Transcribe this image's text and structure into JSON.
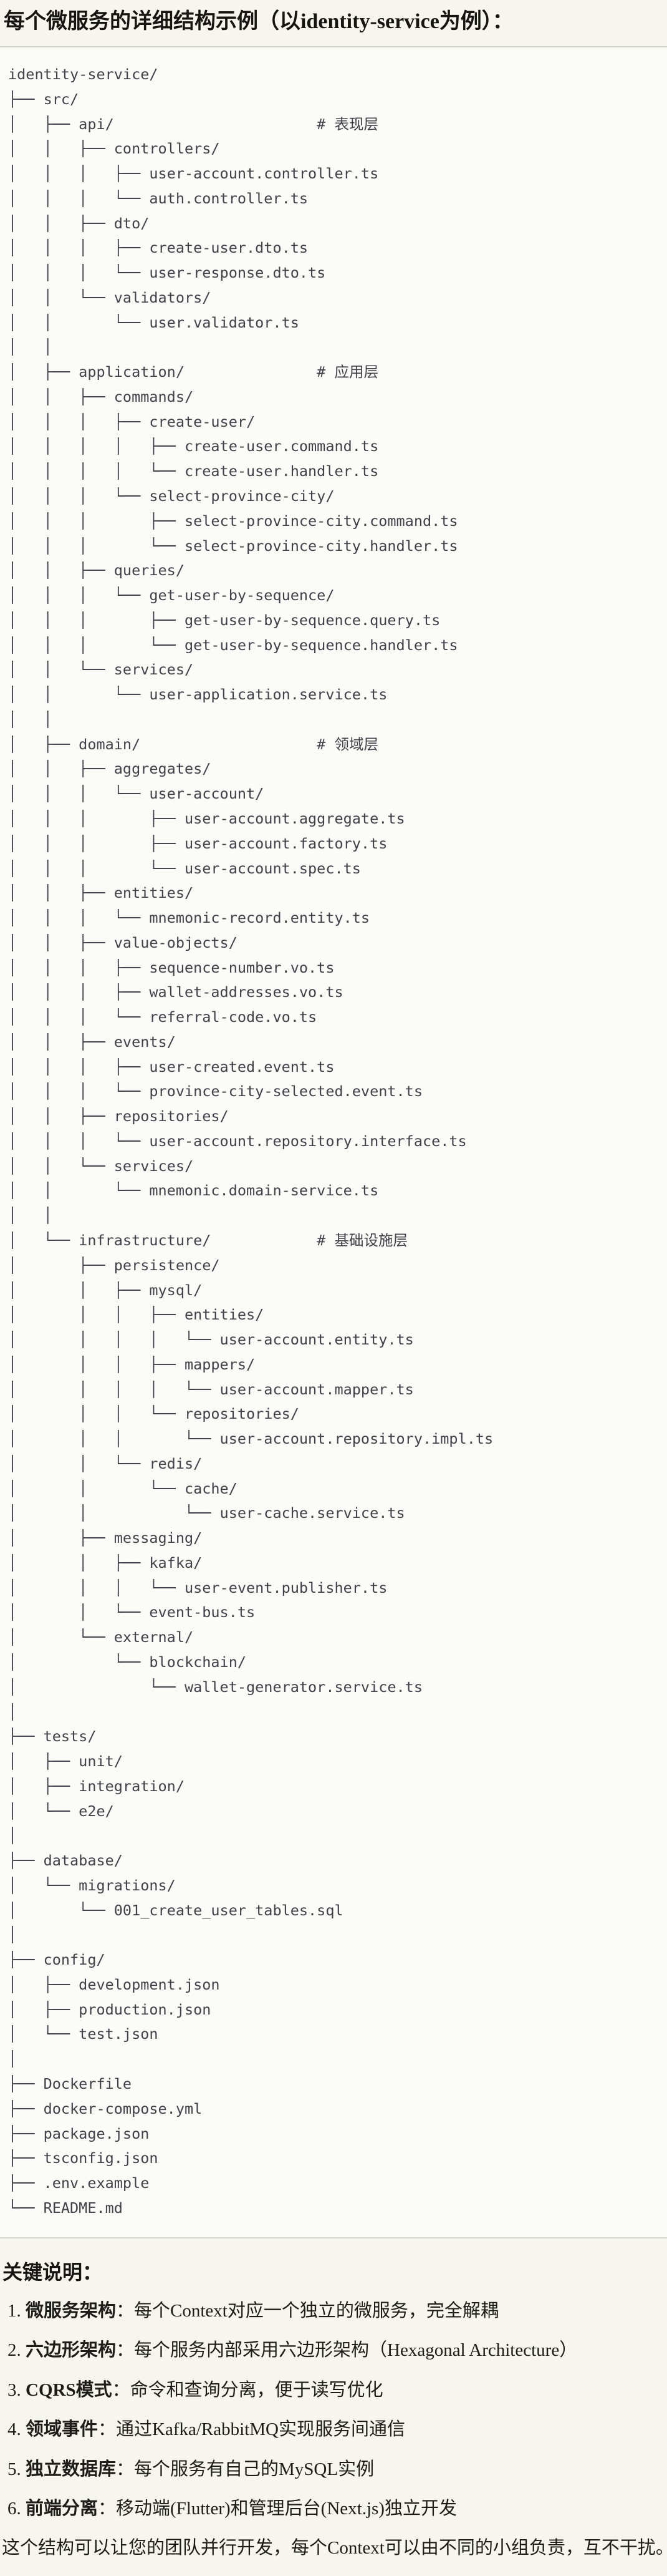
{
  "title": "每个微服务的详细结构示例（以identity-service为例）：",
  "code_block": {
    "lines": [
      "identity-service/",
      "├── src/",
      "│   ├── api/                       # 表现层",
      "│   │   ├── controllers/",
      "│   │   │   ├── user-account.controller.ts",
      "│   │   │   └── auth.controller.ts",
      "│   │   ├── dto/",
      "│   │   │   ├── create-user.dto.ts",
      "│   │   │   └── user-response.dto.ts",
      "│   │   └── validators/",
      "│   │       └── user.validator.ts",
      "│   │",
      "│   ├── application/               # 应用层",
      "│   │   ├── commands/",
      "│   │   │   ├── create-user/",
      "│   │   │   │   ├── create-user.command.ts",
      "│   │   │   │   └── create-user.handler.ts",
      "│   │   │   └── select-province-city/",
      "│   │   │       ├── select-province-city.command.ts",
      "│   │   │       └── select-province-city.handler.ts",
      "│   │   ├── queries/",
      "│   │   │   └── get-user-by-sequence/",
      "│   │   │       ├── get-user-by-sequence.query.ts",
      "│   │   │       └── get-user-by-sequence.handler.ts",
      "│   │   └── services/",
      "│   │       └── user-application.service.ts",
      "│   │",
      "│   ├── domain/                    # 领域层",
      "│   │   ├── aggregates/",
      "│   │   │   └── user-account/",
      "│   │   │       ├── user-account.aggregate.ts",
      "│   │   │       ├── user-account.factory.ts",
      "│   │   │       └── user-account.spec.ts",
      "│   │   ├── entities/",
      "│   │   │   └── mnemonic-record.entity.ts",
      "│   │   ├── value-objects/",
      "│   │   │   ├── sequence-number.vo.ts",
      "│   │   │   ├── wallet-addresses.vo.ts",
      "│   │   │   └── referral-code.vo.ts",
      "│   │   ├── events/",
      "│   │   │   ├── user-created.event.ts",
      "│   │   │   └── province-city-selected.event.ts",
      "│   │   ├── repositories/",
      "│   │   │   └── user-account.repository.interface.ts",
      "│   │   └── services/",
      "│   │       └── mnemonic.domain-service.ts",
      "│   │",
      "│   └── infrastructure/            # 基础设施层",
      "│       ├── persistence/",
      "│       │   ├── mysql/",
      "│       │   │   ├── entities/",
      "│       │   │   │   └── user-account.entity.ts",
      "│       │   │   ├── mappers/",
      "│       │   │   │   └── user-account.mapper.ts",
      "│       │   │   └── repositories/",
      "│       │   │       └── user-account.repository.impl.ts",
      "│       │   └── redis/",
      "│       │       └── cache/",
      "│       │           └── user-cache.service.ts",
      "│       ├── messaging/",
      "│       │   ├── kafka/",
      "│       │   │   └── user-event.publisher.ts",
      "│       │   └── event-bus.ts",
      "│       └── external/",
      "│           └── blockchain/",
      "│               └── wallet-generator.service.ts",
      "│",
      "├── tests/",
      "│   ├── unit/",
      "│   ├── integration/",
      "│   └── e2e/",
      "│",
      "├── database/",
      "│   └── migrations/",
      "│       └── 001_create_user_tables.sql",
      "│",
      "├── config/",
      "│   ├── development.json",
      "│   ├── production.json",
      "│   └── test.json",
      "│",
      "├── Dockerfile",
      "├── docker-compose.yml",
      "├── package.json",
      "├── tsconfig.json",
      "├── .env.example",
      "└── README.md"
    ]
  },
  "notes": {
    "heading": "关键说明：",
    "items": [
      {
        "num": "1. ",
        "label": "微服务架构",
        "text": "：每个Context对应一个独立的微服务，完全解耦"
      },
      {
        "num": "2. ",
        "label": "六边形架构",
        "text": "：每个服务内部采用六边形架构（Hexagonal Architecture）"
      },
      {
        "num": "3. ",
        "label": "CQRS模式",
        "text": "：命令和查询分离，便于读写优化"
      },
      {
        "num": "4. ",
        "label": "领域事件",
        "text": "：通过Kafka/RabbitMQ实现服务间通信"
      },
      {
        "num": "5. ",
        "label": "独立数据库",
        "text": "：每个服务有自己的MySQL实例"
      },
      {
        "num": "6. ",
        "label": "前端分离",
        "text": "：移动端(Flutter)和管理后台(Next.js)独立开发"
      }
    ]
  },
  "summary": "这个结构可以让您的团队并行开发，每个Context可以由不同的小组负责，互不干扰。",
  "colors": {
    "page_background": "#f6f5ee",
    "code_background": "#fbfbf8",
    "code_border": "#d9d8d0",
    "code_text": "#41414a",
    "body_text": "#1d1c18"
  }
}
